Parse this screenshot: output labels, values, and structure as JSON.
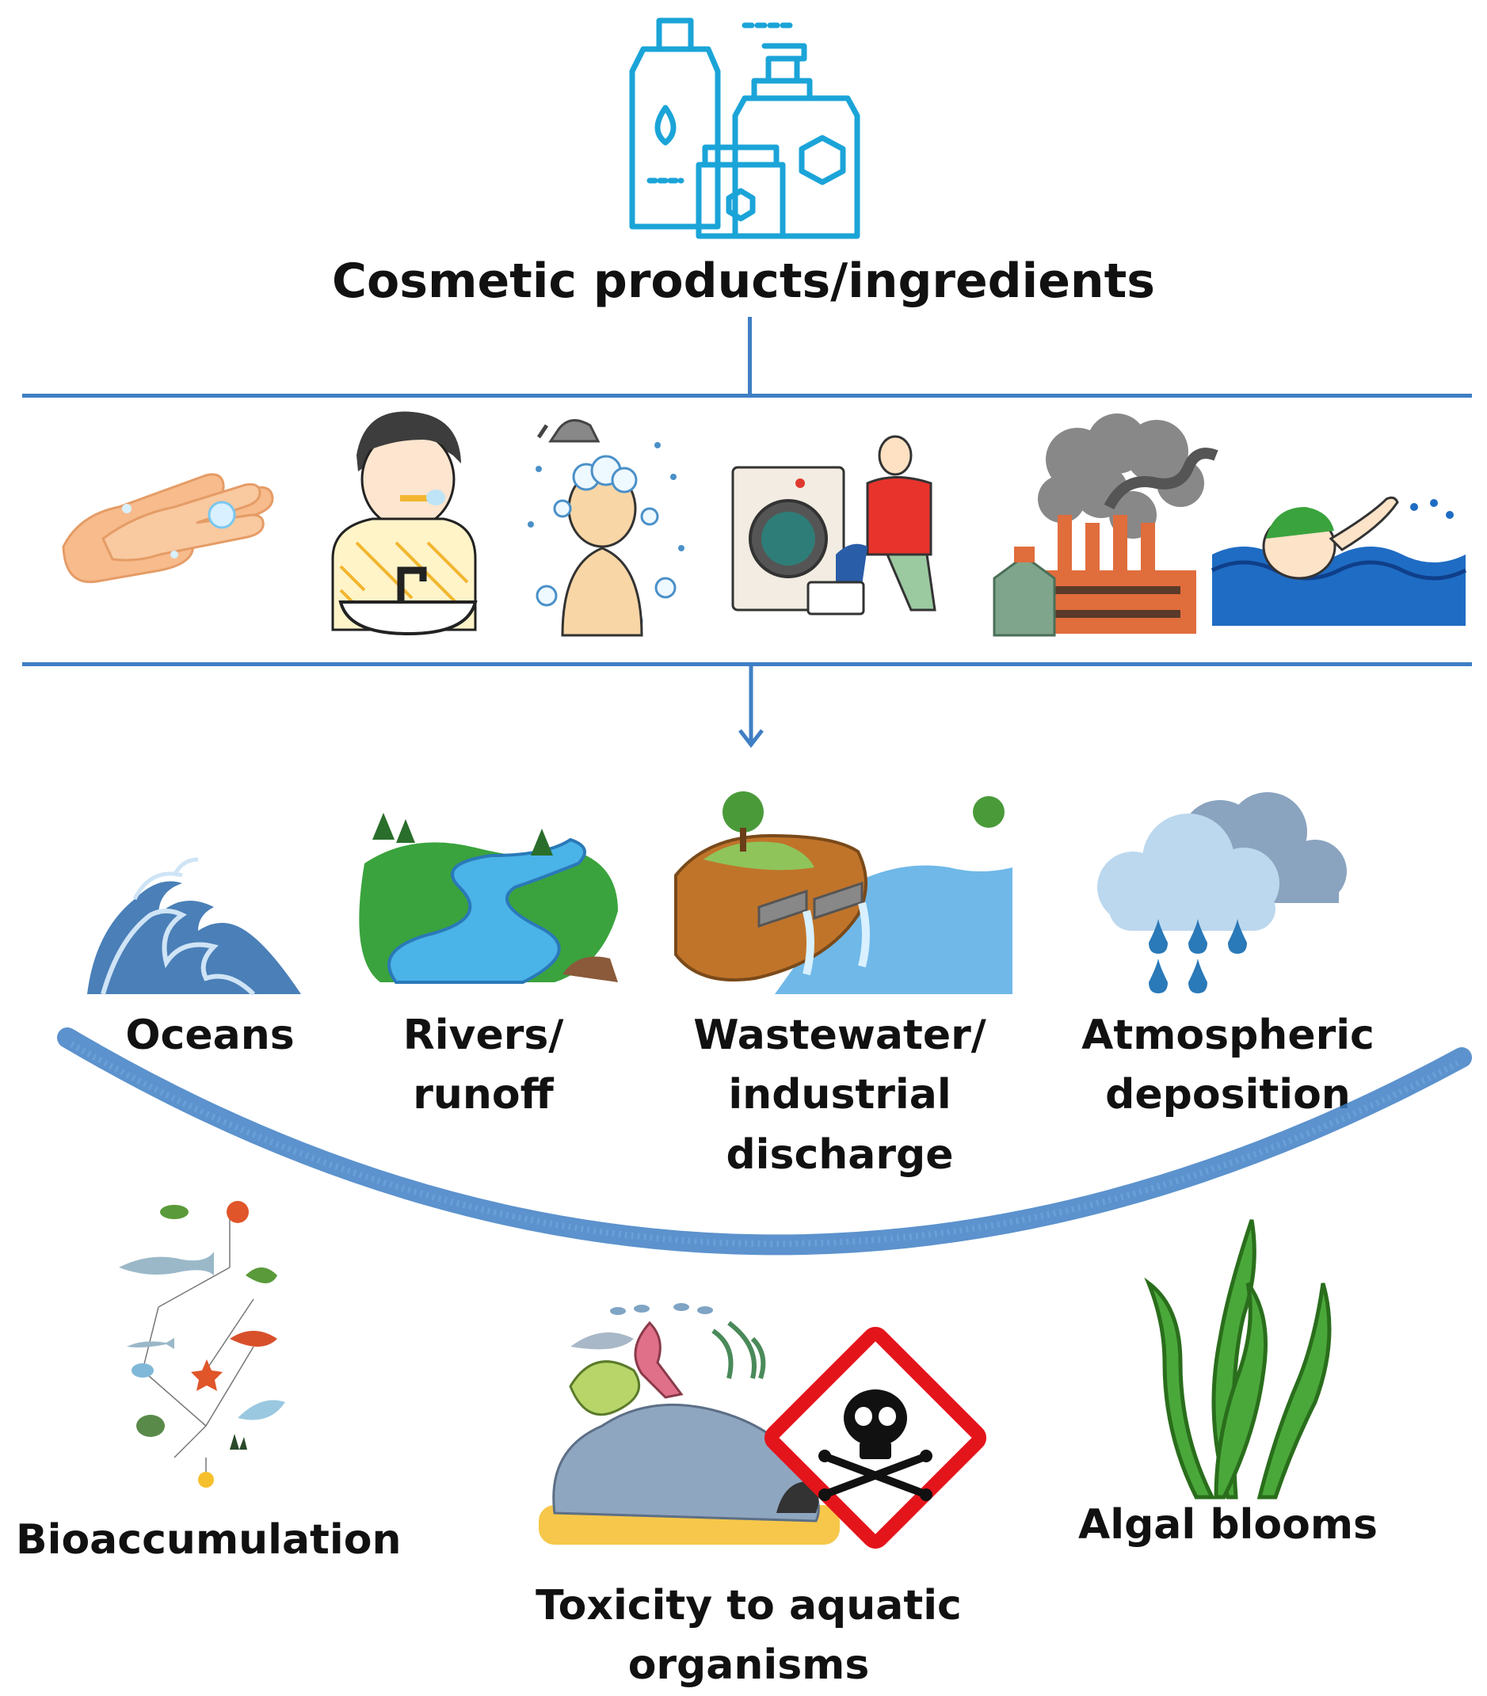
{
  "title": "Cosmetic products/ingredients",
  "colors": {
    "accent_blue": "#3f7fc4",
    "icon_cyan": "#1ba4d8",
    "hazard_red": "#e4141b"
  },
  "usage_icons": [
    "hand-washing-icon",
    "tooth-brushing-icon",
    "showering-icon",
    "laundry-icon",
    "factory-smoke-icon",
    "swimmer-icon"
  ],
  "pathways": [
    {
      "icon": "ocean-wave-icon",
      "label": "Oceans"
    },
    {
      "icon": "river-runoff-icon",
      "label": "Rivers/\nrunoff"
    },
    {
      "icon": "wastewater-pipes-icon",
      "label": "Wastewater/\nindustrial discharge"
    },
    {
      "icon": "rain-cloud-icon",
      "label": "Atmospheric\ndeposition"
    }
  ],
  "effects": [
    {
      "icon": "food-web-icon",
      "label": "Bioaccumulation"
    },
    {
      "icon": "reef-toxic-icon",
      "label": "Toxicity to aquatic organisms"
    },
    {
      "icon": "algae-icon",
      "label": "Algal blooms"
    }
  ]
}
